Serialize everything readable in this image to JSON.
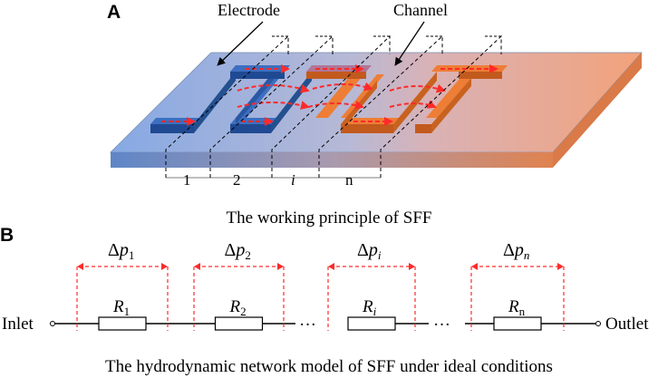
{
  "panel_a": {
    "letter": "A",
    "electrode_label": "Electrode",
    "channel_label": "Channel",
    "segments": [
      "1",
      "2",
      "i",
      "n"
    ],
    "caption": "The working principle of SFF",
    "colors": {
      "substrate_left": "#8fb0e6",
      "substrate_mid": "#c8b6c9",
      "substrate_right": "#f2a37b",
      "electrode": "#2a5daa",
      "channel": "#e9742c",
      "flow_arrow": "#ff2a2a"
    }
  },
  "panel_b": {
    "letter": "B",
    "inlet_label": "Inlet",
    "outlet_label": "Outlet",
    "ellipsis": "···",
    "resistors": [
      {
        "base": "R",
        "sub": "1",
        "dp_sub": "1"
      },
      {
        "base": "R",
        "sub": "2",
        "dp_sub": "2"
      },
      {
        "base": "R",
        "sub": "i",
        "dp_sub": "i"
      },
      {
        "base": "R",
        "sub": "n",
        "dp_sub": "n"
      }
    ],
    "delta_p": "Δp",
    "caption": "The hydrodynamic network model of SFF under ideal conditions",
    "colors": {
      "bracket": "#ff2a2a"
    }
  }
}
